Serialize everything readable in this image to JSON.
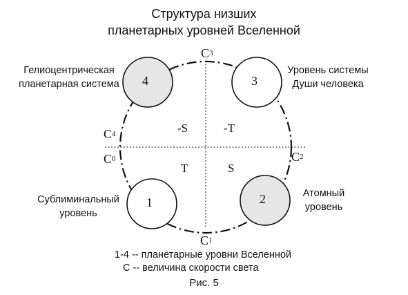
{
  "title": {
    "line1": "Структура низших",
    "line2": "планетарных уровней Вселенной"
  },
  "corner_labels": {
    "top_left": {
      "line1": "Гелиоцентрическая",
      "line2": "планетарная система"
    },
    "top_right": {
      "line1": "Уровень системы",
      "line2": "Души человека"
    },
    "bottom_left": {
      "line1": "Сублиминальный",
      "line2": "уровень"
    },
    "bottom_right": {
      "line1": "Атомный",
      "line2": "уровень"
    }
  },
  "planets": [
    {
      "number": "1",
      "fill": "#ffffff"
    },
    {
      "number": "2",
      "fill": "#e6e6e6"
    },
    {
      "number": "3",
      "fill": "#ffffff"
    },
    {
      "number": "4",
      "fill": "#e6e6e6"
    }
  ],
  "c_labels": {
    "c1": {
      "base": "C",
      "sup": "1"
    },
    "c2": {
      "base": "C",
      "sup": "2"
    },
    "c3": {
      "base": "C",
      "sup": "3"
    },
    "c4": {
      "base": "C",
      "sup": "4"
    },
    "c0": {
      "base": "C",
      "sup": "0"
    }
  },
  "quadrants": {
    "top_left": "-S",
    "top_right": "-T",
    "bottom_left": "T",
    "bottom_right": "S"
  },
  "legend": {
    "line1": "1-4 -- планетарные уровни Вселенной",
    "line2": "С -- величина скорости света"
  },
  "figure_caption": "Рис. 5",
  "colors": {
    "stroke": "#111111",
    "shaded_planet": "#e6e6e6"
  }
}
